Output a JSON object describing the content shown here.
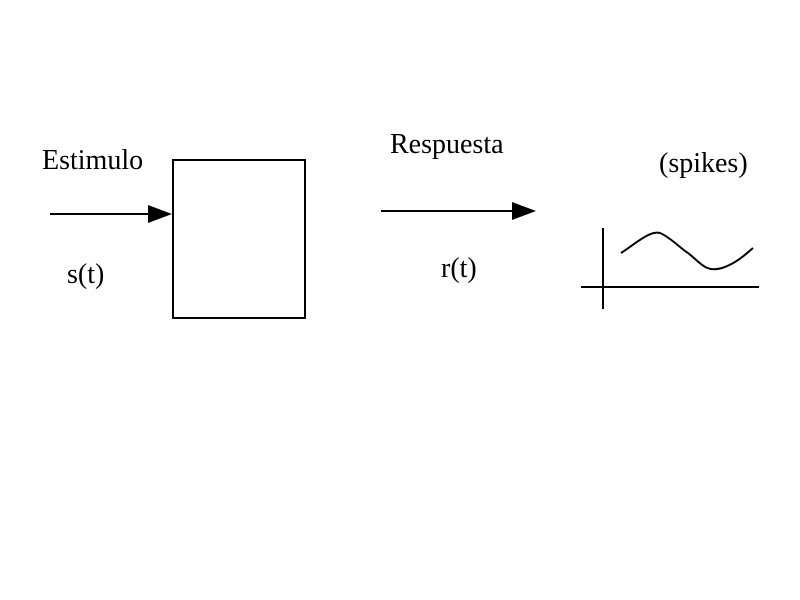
{
  "stimulus": {
    "label": "Estimulo",
    "variable": "s(t)"
  },
  "response": {
    "label": "Respuesta",
    "variable": "r(t)"
  },
  "output": {
    "label": "(spikes)"
  },
  "colors": {
    "ink": "#000000",
    "background": "#ffffff"
  }
}
